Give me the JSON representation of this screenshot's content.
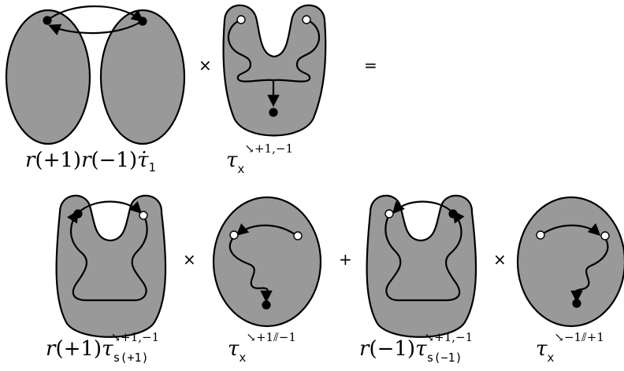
{
  "operators": {
    "times1": "×",
    "equals": "=",
    "times2": "×",
    "plus": "+",
    "times3": "×"
  },
  "labels": {
    "top_left": {
      "r1": "r",
      "p1": "(+1)",
      "r2": "r",
      "p2": "(−1)",
      "tau": "τ̇",
      "sub": "1"
    },
    "top_mid": {
      "tau": "τ",
      "sub": "x",
      "sup": "↘+1,−1"
    },
    "bot1": {
      "r": "r",
      "p": "(+1)",
      "tau": "τ",
      "sub": "s(+1)",
      "sup": "↘+1,−1"
    },
    "bot2": {
      "tau": "τ",
      "sub": "x",
      "sup": "↘+1⫽−1"
    },
    "bot3": {
      "r": "r",
      "p": "(−1)",
      "tau": "τ",
      "sub": "s(−1)",
      "sup": "↘+1,−1"
    },
    "bot4": {
      "tau": "τ",
      "sub": "x",
      "sup": "↘−1⫽+1"
    }
  }
}
